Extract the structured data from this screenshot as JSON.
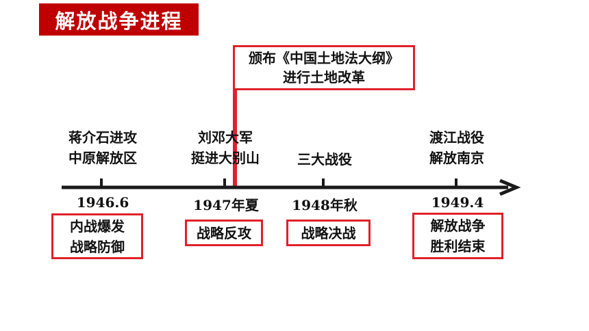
{
  "title": "解放战争进程",
  "note": {
    "line1": "颁布《中国土地法大纲》",
    "line2": "进行土地改革"
  },
  "colors": {
    "accent": "#c00000",
    "box_border": "#e0202a",
    "axis": "#1a1a1a"
  },
  "timeline": [
    {
      "event_line1": "蒋介石进攻",
      "event_line2": "中原解放区",
      "date": "1946.6",
      "stage_line1": "内战爆发",
      "stage_line2": "战略防御"
    },
    {
      "event_line1": "刘邓大军",
      "event_line2": "挺进大别山",
      "date": "1947年夏",
      "stage_line1": "战略反攻",
      "stage_line2": ""
    },
    {
      "event_line1": "三大战役",
      "event_line2": "",
      "date": "1948年秋",
      "stage_line1": "战略决战",
      "stage_line2": ""
    },
    {
      "event_line1": "渡江战役",
      "event_line2": "解放南京",
      "date": "1949.4",
      "stage_line1": "解放战争",
      "stage_line2": "胜利结束"
    }
  ]
}
